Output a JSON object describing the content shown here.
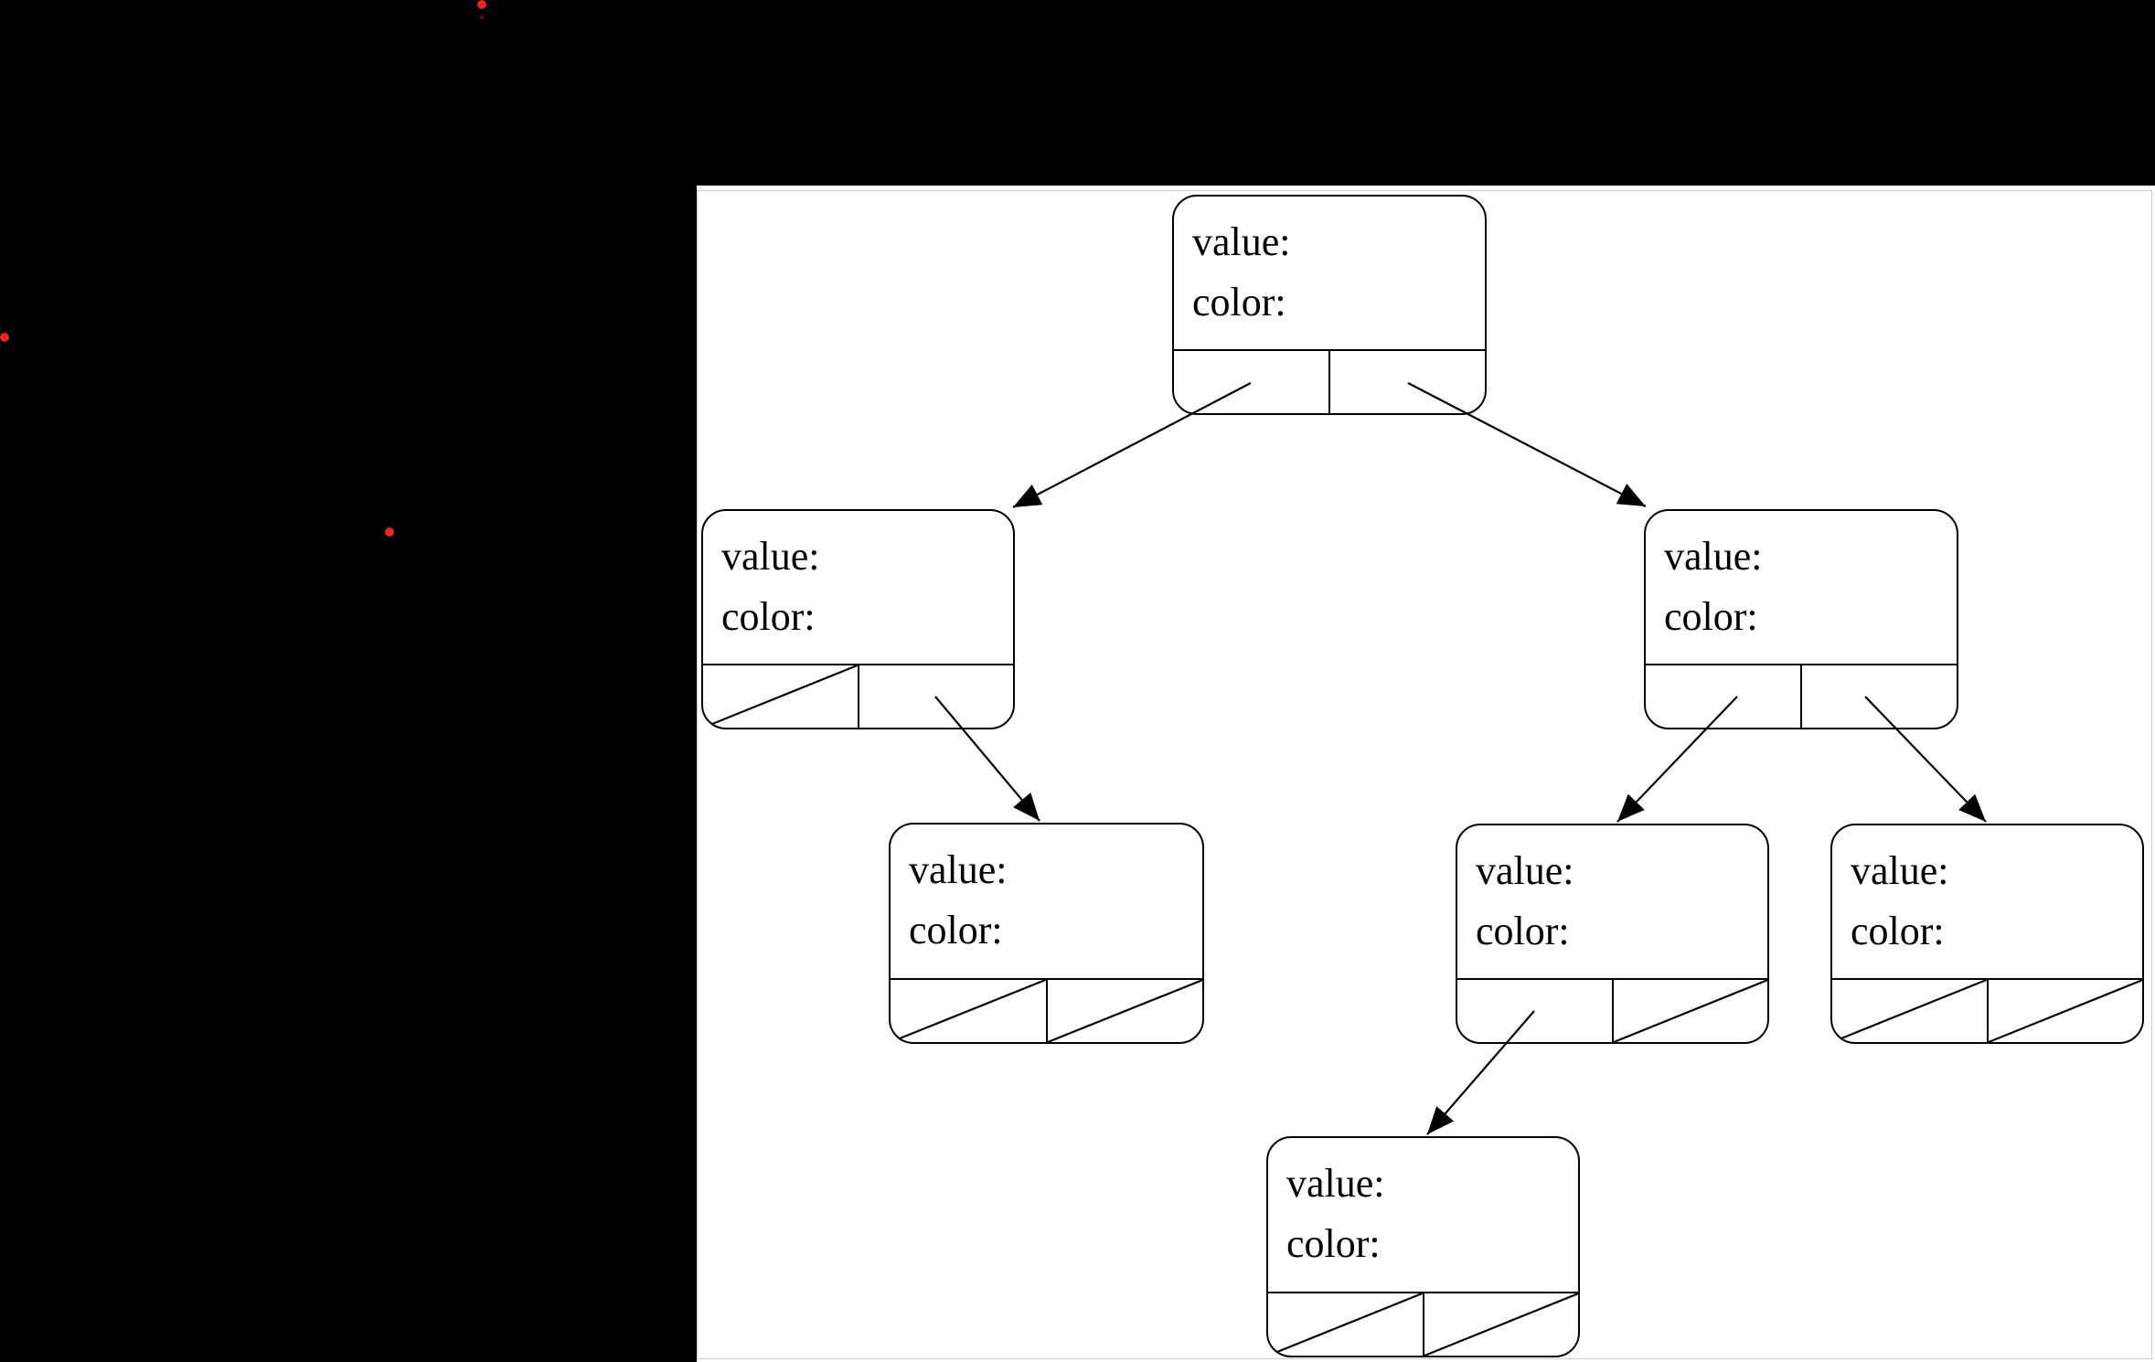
{
  "diagram": {
    "type": "binary-tree-node-structure",
    "description": "Red-black tree node diagram: each node shows value/color fields and two pointer cells; slashed cells are null pointers",
    "node_labels": {
      "value": "value:",
      "color": "color:"
    },
    "nodes": [
      {
        "name": "root",
        "left_pointer": "child",
        "right_pointer": "child"
      },
      {
        "name": "left-child",
        "left_pointer": "null",
        "right_pointer": "child"
      },
      {
        "name": "left-right-grandchild",
        "left_pointer": "null",
        "right_pointer": "null"
      },
      {
        "name": "right-child",
        "left_pointer": "child",
        "right_pointer": "child"
      },
      {
        "name": "right-left-grandchild",
        "left_pointer": "child",
        "right_pointer": "null"
      },
      {
        "name": "right-right-grandchild",
        "left_pointer": "null",
        "right_pointer": "null"
      },
      {
        "name": "right-left-left-descendant",
        "left_pointer": "null",
        "right_pointer": "null"
      }
    ],
    "edges": [
      {
        "from": "root.left",
        "to": "left-child"
      },
      {
        "from": "root.right",
        "to": "right-child"
      },
      {
        "from": "left-child.right",
        "to": "left-right-grandchild"
      },
      {
        "from": "right-child.left",
        "to": "right-left-grandchild"
      },
      {
        "from": "right-child.right",
        "to": "right-right-grandchild"
      },
      {
        "from": "right-left-grandchild.left",
        "to": "right-left-left-descendant"
      }
    ]
  },
  "colors": {
    "background": "#000000",
    "page": "#ffffff",
    "page_outline": "#cccccc",
    "line": "#000000",
    "red_dot": "#e62420"
  }
}
